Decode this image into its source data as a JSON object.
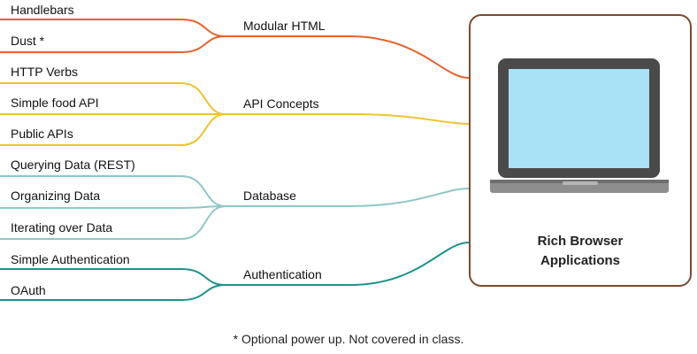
{
  "groups": [
    {
      "label": "Modular HTML",
      "color": "#e8622a",
      "items": [
        "Handlebars",
        "Dust *"
      ]
    },
    {
      "label": "API Concepts",
      "color": "#f1c232",
      "items": [
        "HTTP Verbs",
        "Simple food API",
        "Public APIs"
      ]
    },
    {
      "label": "Database",
      "color": "#8fc7c9",
      "items": [
        "Querying Data (REST)",
        "Organizing Data",
        "Iterating over Data"
      ]
    },
    {
      "label": "Authentication",
      "color": "#1c938a",
      "items": [
        "Simple Authentication",
        "OAuth"
      ]
    }
  ],
  "target": {
    "line1": "Rich Browser",
    "line2": "Applications",
    "icon": "laptop-icon",
    "border_color": "#7b4a2c"
  },
  "footnote": "* Optional power up. Not covered in class."
}
